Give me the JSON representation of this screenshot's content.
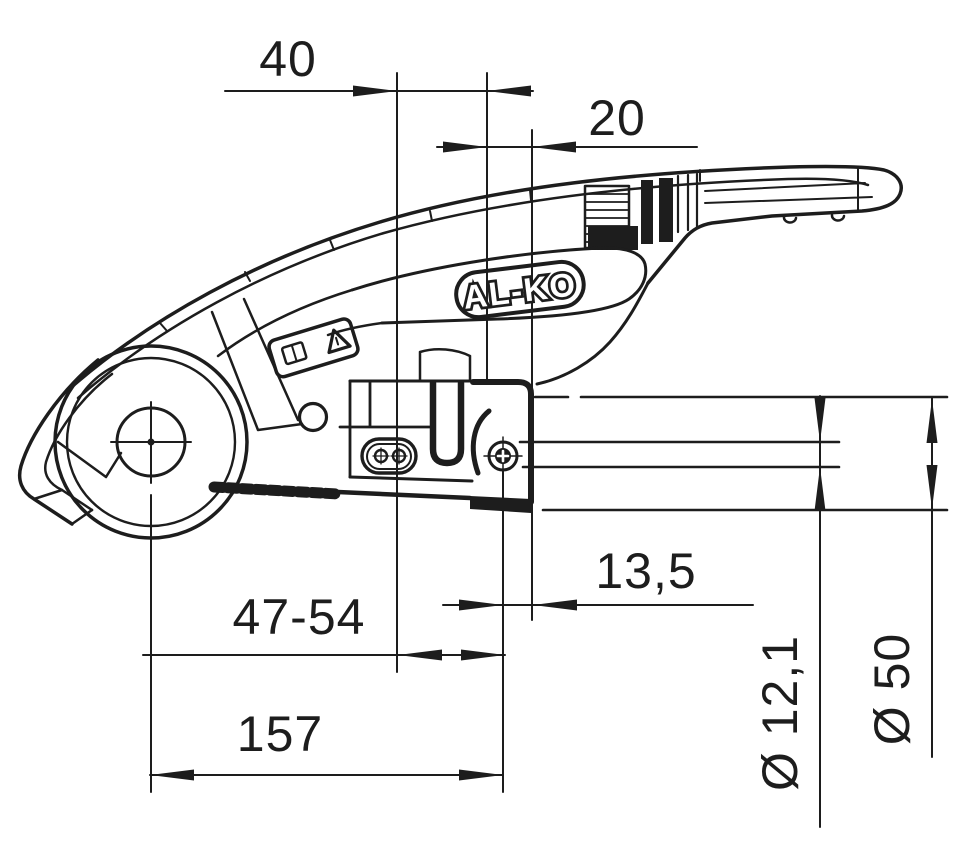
{
  "drawing": {
    "logo_text": "AL-KO",
    "dimensions": {
      "top_offset": "40",
      "handle_offset": "20",
      "bolt_to_edge": "13,5",
      "adjust_range": "47-54",
      "overall_length": "157",
      "hole_diameter": "Ø 12,1",
      "tube_diameter": "Ø 50"
    },
    "icons": [
      "manual-book-icon",
      "warning-triangle-icon"
    ],
    "colors": {
      "line": "#1d1d1d",
      "background": "#ffffff"
    }
  }
}
